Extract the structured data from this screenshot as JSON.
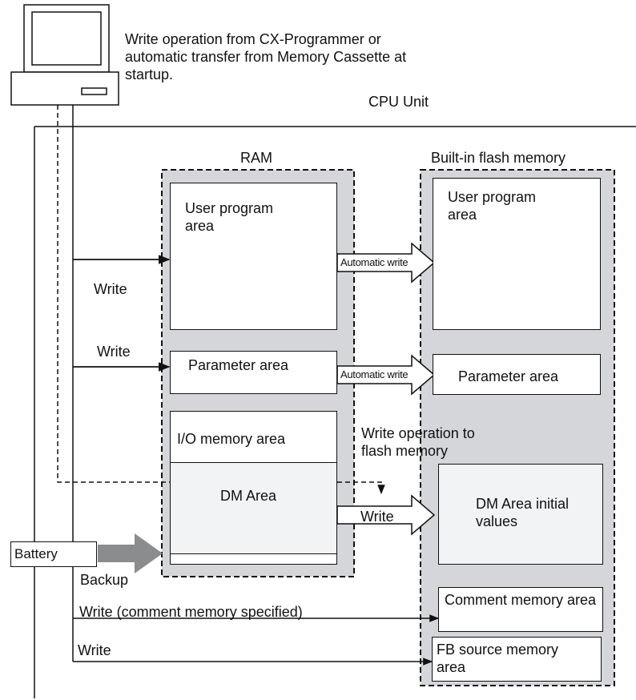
{
  "source_label": "Write operation from CX-Programmer or automatic transfer from Memory Cassette at startup.",
  "cpu_unit_label": "CPU Unit",
  "ram": {
    "title": "RAM",
    "user_program": "User program area",
    "parameter": "Parameter area",
    "io_memory": "I/O memory area",
    "dm_area": "DM Area"
  },
  "flash": {
    "title": "Built-in flash memory",
    "user_program": "User program area",
    "parameter": "Parameter area",
    "dm_initial": "DM Area initial values",
    "comment_memory": "Comment memory area",
    "fb_source": "FB source memory area"
  },
  "labels": {
    "write_1": "Write",
    "write_2": "Write",
    "write_to_flash": "Write operation to flash memory",
    "write_dm": "Write",
    "automatic_write_1": "Automatic write",
    "automatic_write_2": "Automatic write",
    "battery": "Battery",
    "backup": "Backup",
    "write_comment": "Write (comment memory specified)",
    "write_fb": "Write"
  },
  "colors": {
    "panel_fill": "#d4d6da",
    "dm_fill": "#f2f3f5",
    "battery_arrow": "#8a8c8e",
    "line": "#111111"
  }
}
